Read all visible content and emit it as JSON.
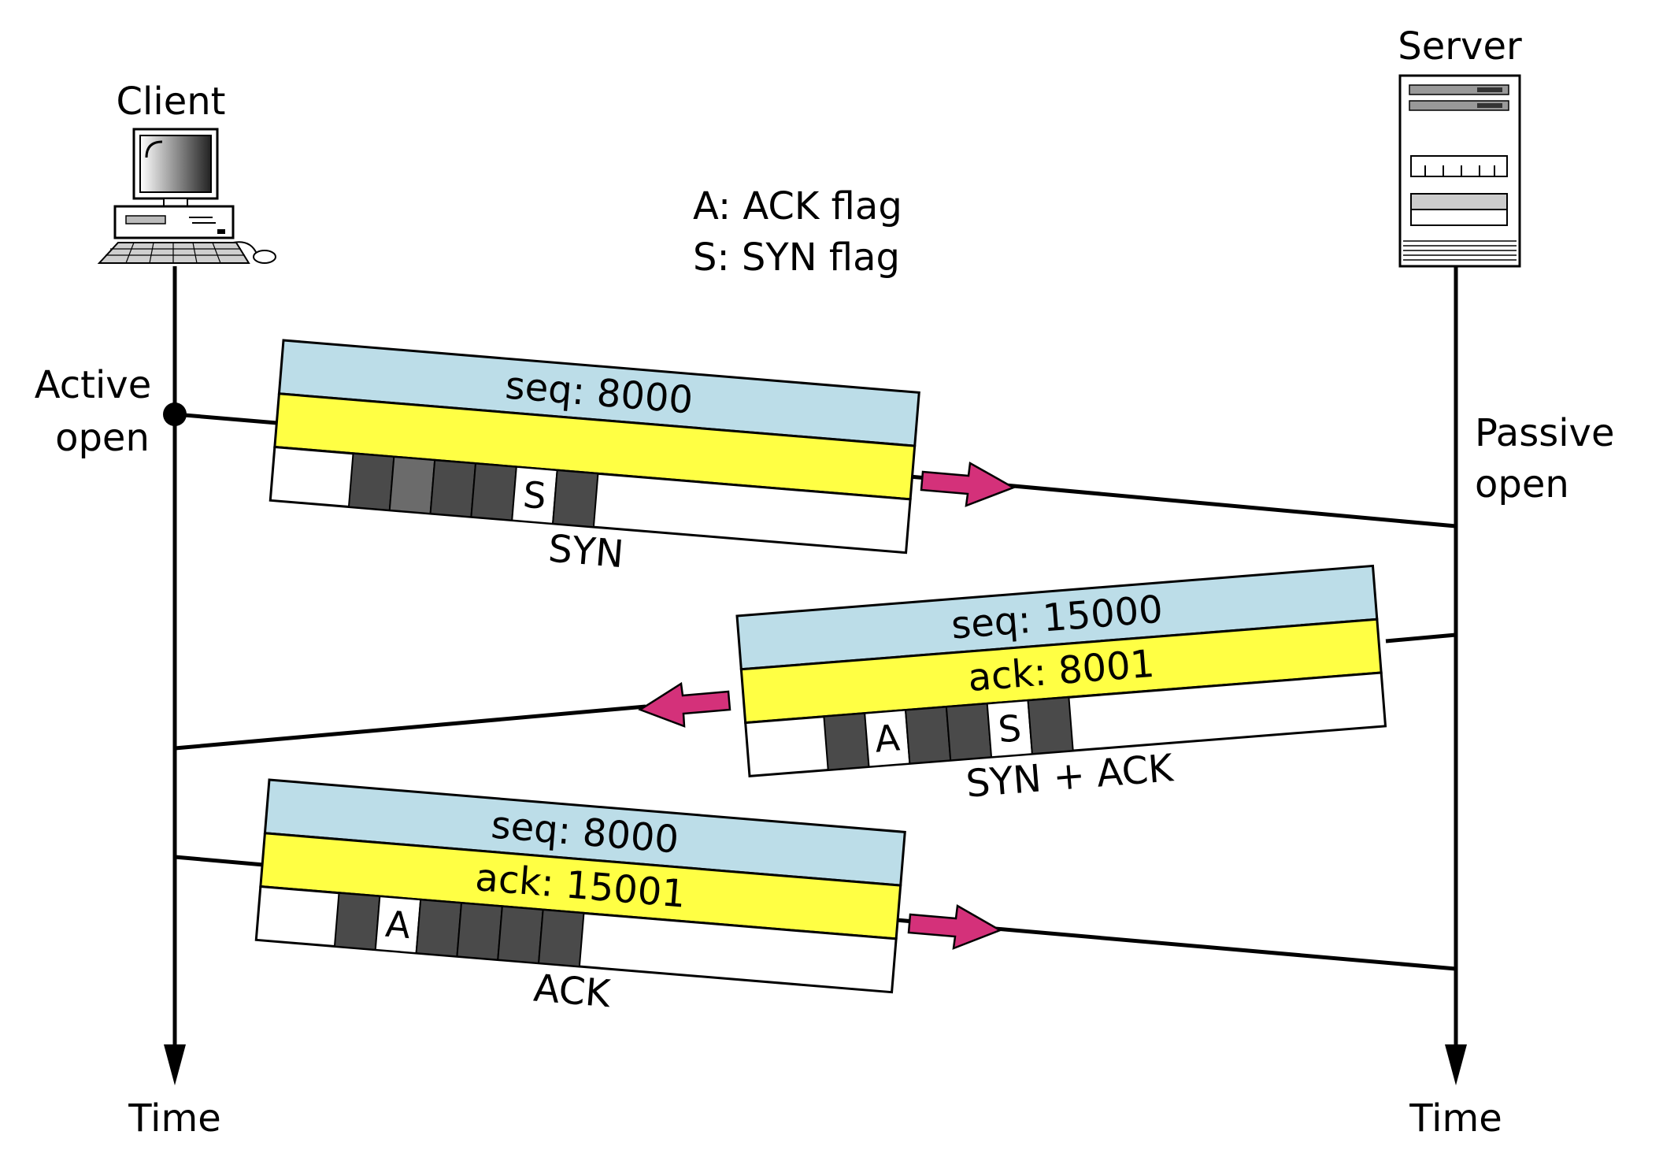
{
  "client": {
    "label": "Client",
    "state_label_line1": "Active",
    "state_label_line2": "open",
    "timeline_label": "Time"
  },
  "server": {
    "label": "Server",
    "state_label_line1": "Passive",
    "state_label_line2": "open",
    "timeline_label": "Time"
  },
  "legend": {
    "ack": "A: ACK flag",
    "syn": "S: SYN flag"
  },
  "segments": [
    {
      "caption": "SYN",
      "seq": "seq: 8000",
      "ack": "",
      "direction": "client-to-server",
      "flags": [
        {
          "letter": ""
        },
        {
          "letter": ""
        },
        {
          "letter": ""
        },
        {
          "letter": ""
        },
        {
          "letter": "S"
        },
        {
          "letter": ""
        }
      ]
    },
    {
      "caption": "SYN + ACK",
      "seq": "seq: 15000",
      "ack": "ack: 8001",
      "direction": "server-to-client",
      "flags": [
        {
          "letter": ""
        },
        {
          "letter": "A"
        },
        {
          "letter": ""
        },
        {
          "letter": ""
        },
        {
          "letter": "S"
        },
        {
          "letter": ""
        }
      ]
    },
    {
      "caption": "ACK",
      "seq": "seq: 8000",
      "ack": "ack: 15001",
      "direction": "client-to-server",
      "flags": [
        {
          "letter": ""
        },
        {
          "letter": "A"
        },
        {
          "letter": ""
        },
        {
          "letter": ""
        },
        {
          "letter": ""
        },
        {
          "letter": ""
        }
      ]
    }
  ],
  "colors": {
    "seq_band": "#bcdde8",
    "ack_band": "#ffff44",
    "flag_dark": "#4a4a4a",
    "flag_mid": "#6b6b6b",
    "arrow": "#d4317a"
  }
}
